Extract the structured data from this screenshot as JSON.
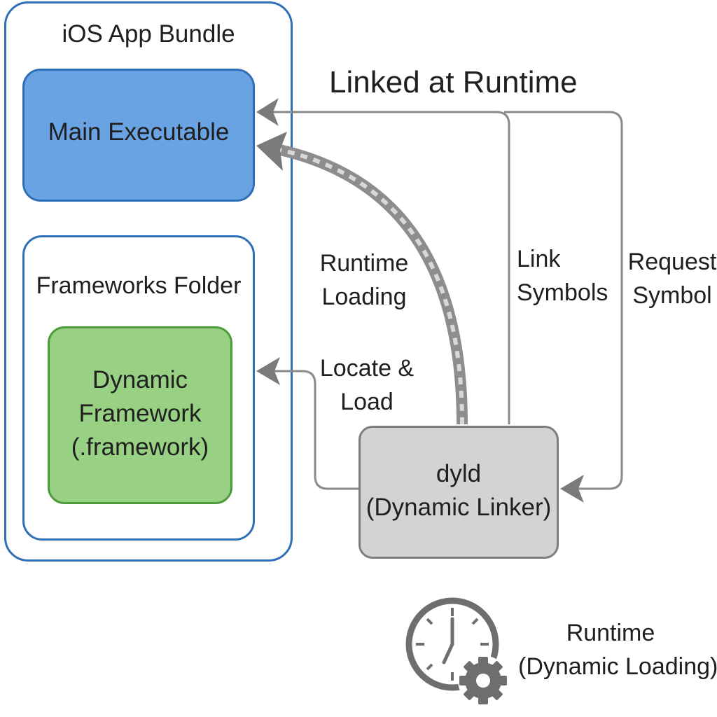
{
  "bundle": {
    "title": "iOS App Bundle"
  },
  "main_executable": {
    "label": "Main Executable"
  },
  "frameworks_folder": {
    "title": "Frameworks Folder"
  },
  "dynamic_framework": {
    "line1": "Dynamic",
    "line2": "Framework",
    "line3": "(.framework)"
  },
  "dyld": {
    "line1": "dyld",
    "line2": "(Dynamic Linker)"
  },
  "heading": "Linked at Runtime",
  "arrows": {
    "runtime_loading": {
      "line1": "Runtime",
      "line2": "Loading"
    },
    "locate_load": {
      "line1": "Locate &",
      "line2": "Load"
    },
    "link_symbols": {
      "line1": "Link",
      "line2": "Symbols"
    },
    "request_symbol": {
      "line1": "Request",
      "line2": "Symbol"
    }
  },
  "legend": {
    "icon": "clock-gear-icon",
    "line1": "Runtime",
    "line2": "(Dynamic Loading)"
  },
  "colors": {
    "bundle_border": "#2e6fb8",
    "main_fill": "#6aa3e3",
    "framework_fill": "#98d084",
    "framework_border": "#4f9a3c",
    "dyld_fill": "#d3d3d3",
    "arrow": "#8a8a8a"
  }
}
